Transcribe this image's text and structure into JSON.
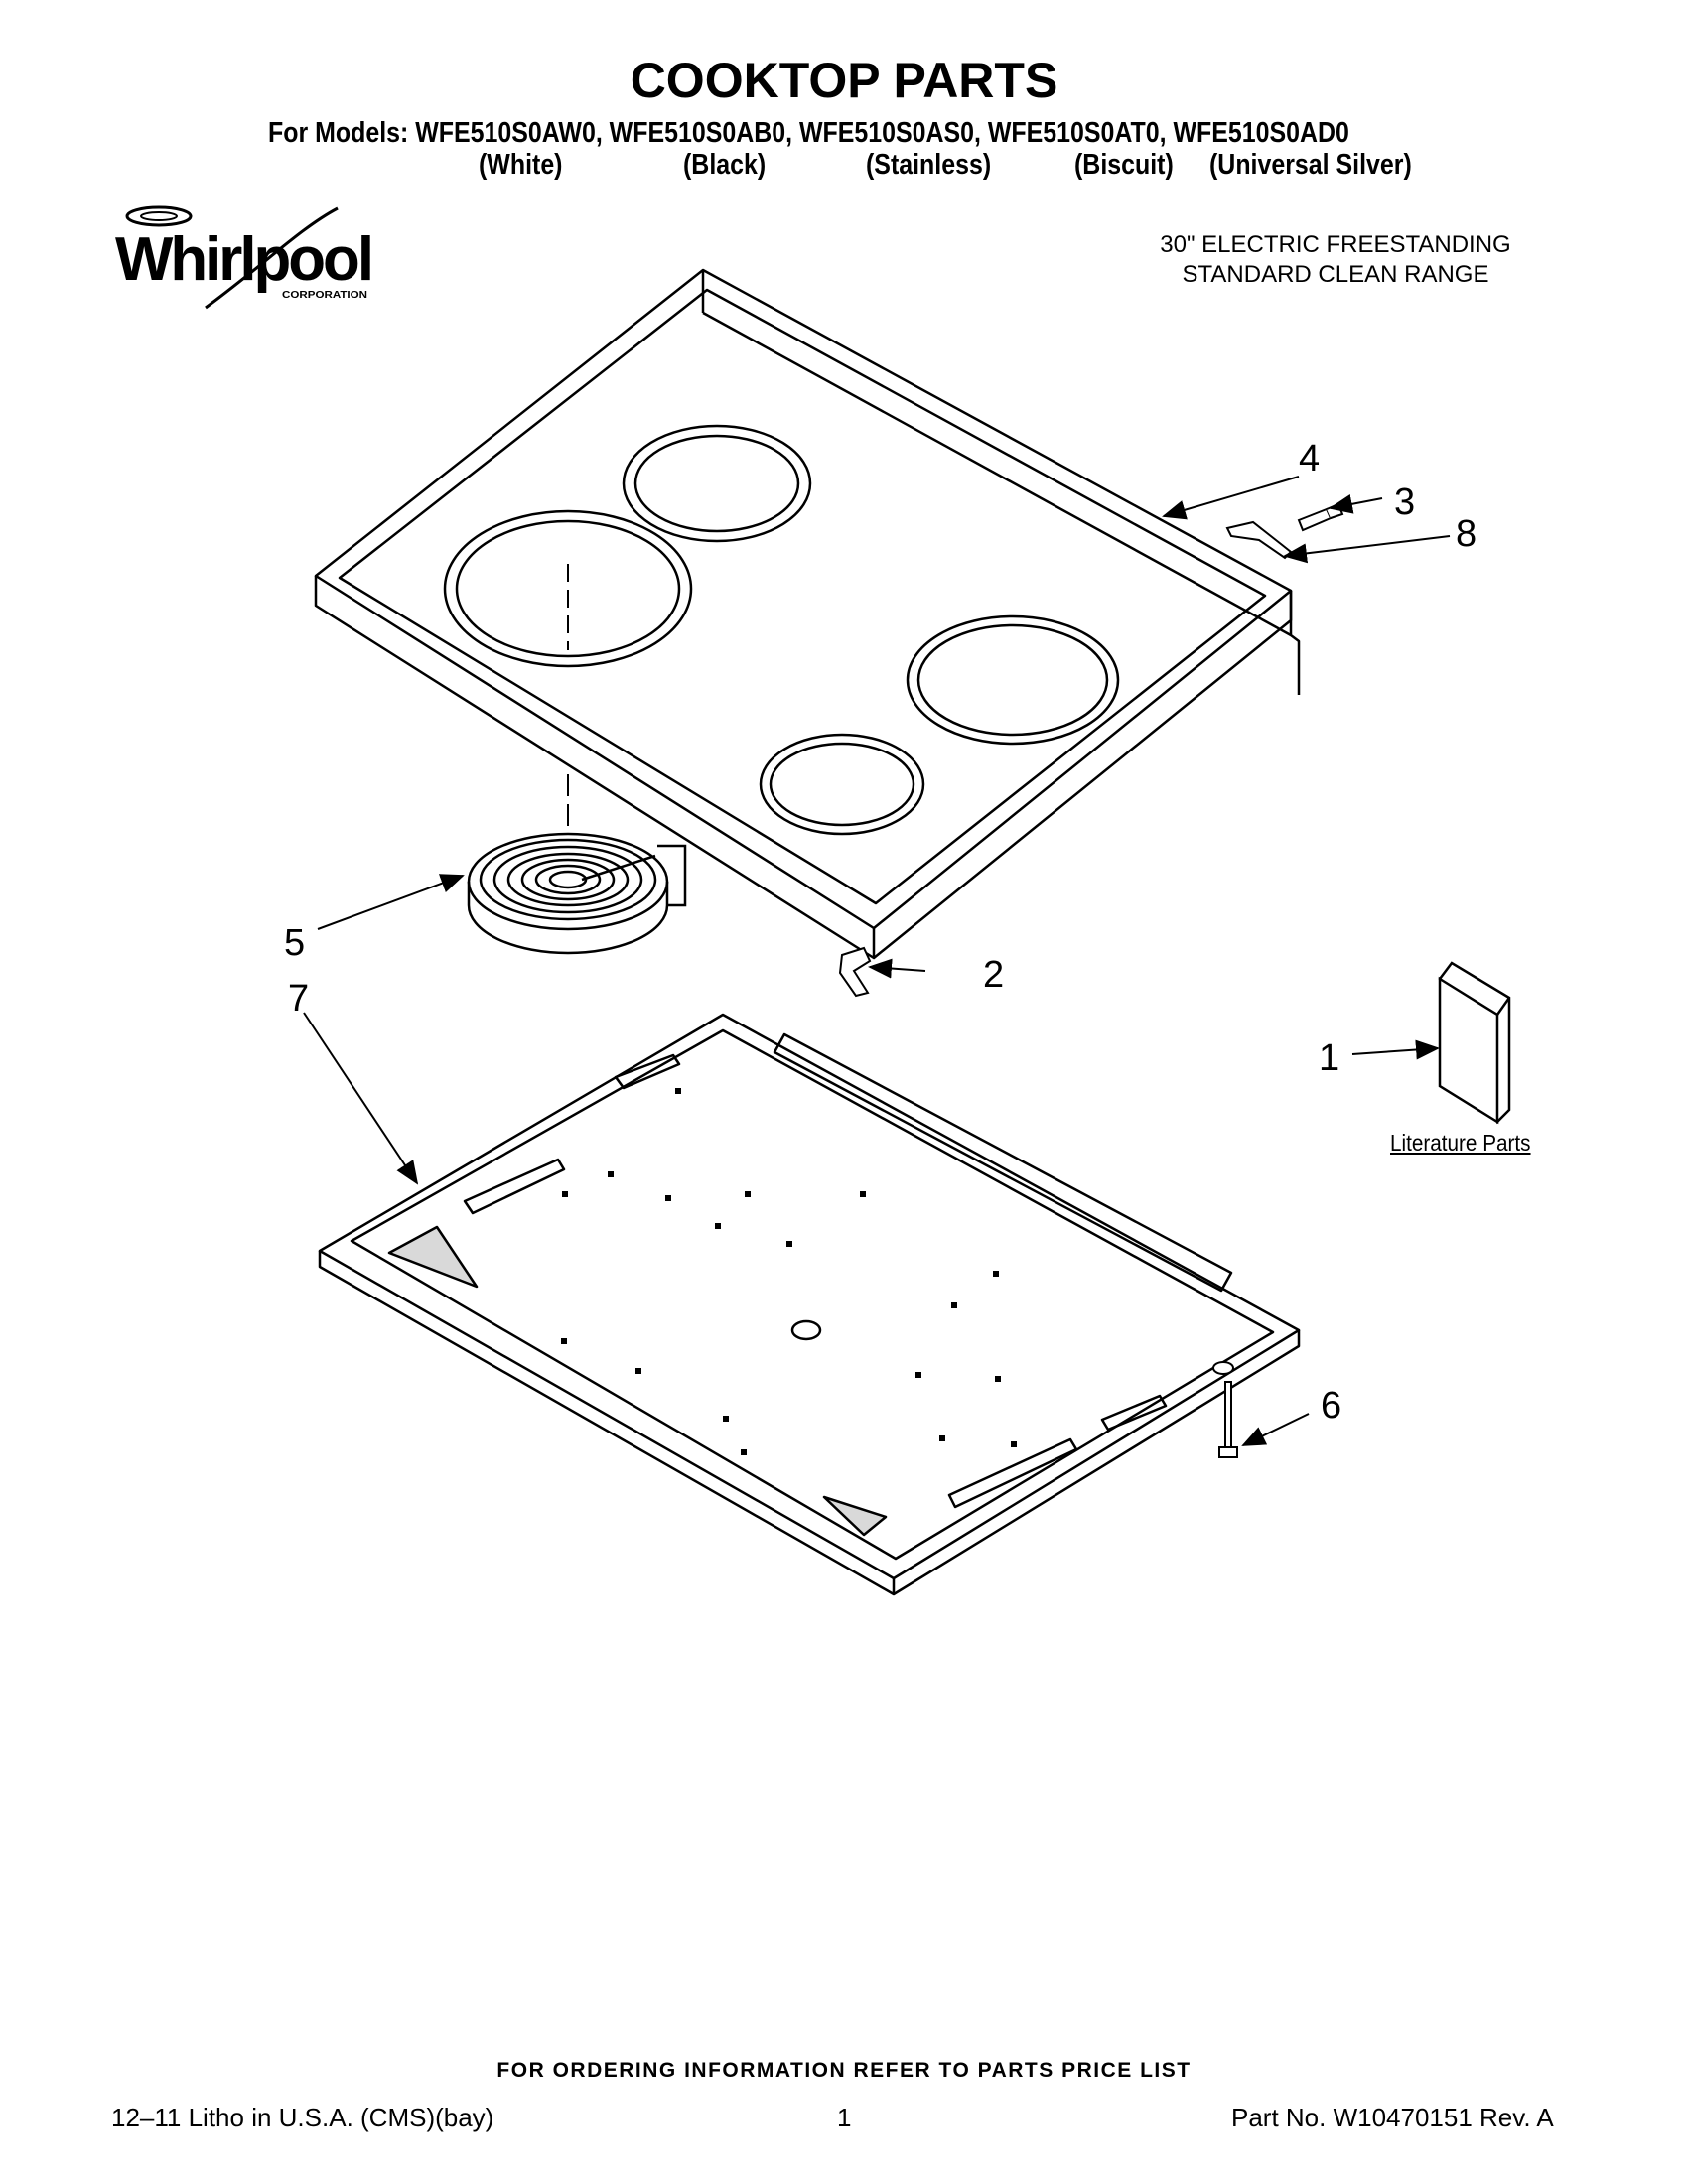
{
  "header": {
    "title": "COOKTOP PARTS",
    "models_line": "For Models: WFE510S0AW0, WFE510S0AB0, WFE510S0AS0, WFE510S0AT0, WFE510S0AD0",
    "colors": [
      "(White)",
      "(Black)",
      "(Stainless)",
      "(Biscuit)",
      "(Universal Silver)"
    ]
  },
  "brand": {
    "name": "Whirlpool",
    "sub": "CORPORATION"
  },
  "range_description": [
    "30\" ELECTRIC FREESTANDING",
    "STANDARD CLEAN RANGE"
  ],
  "callouts": [
    "1",
    "2",
    "3",
    "4",
    "5",
    "6",
    "7",
    "8"
  ],
  "literature_label": "Literature Parts",
  "footer": {
    "note": "FOR ORDERING INFORMATION REFER TO PARTS PRICE LIST",
    "left": "12–11 Litho in U.S.A. (CMS)(bay)",
    "page": "1",
    "part_no": "Part No. W10470151 Rev. A"
  },
  "colors": {
    "ink": "#000000",
    "paper": "#ffffff",
    "shade": "#d9d9d9"
  }
}
